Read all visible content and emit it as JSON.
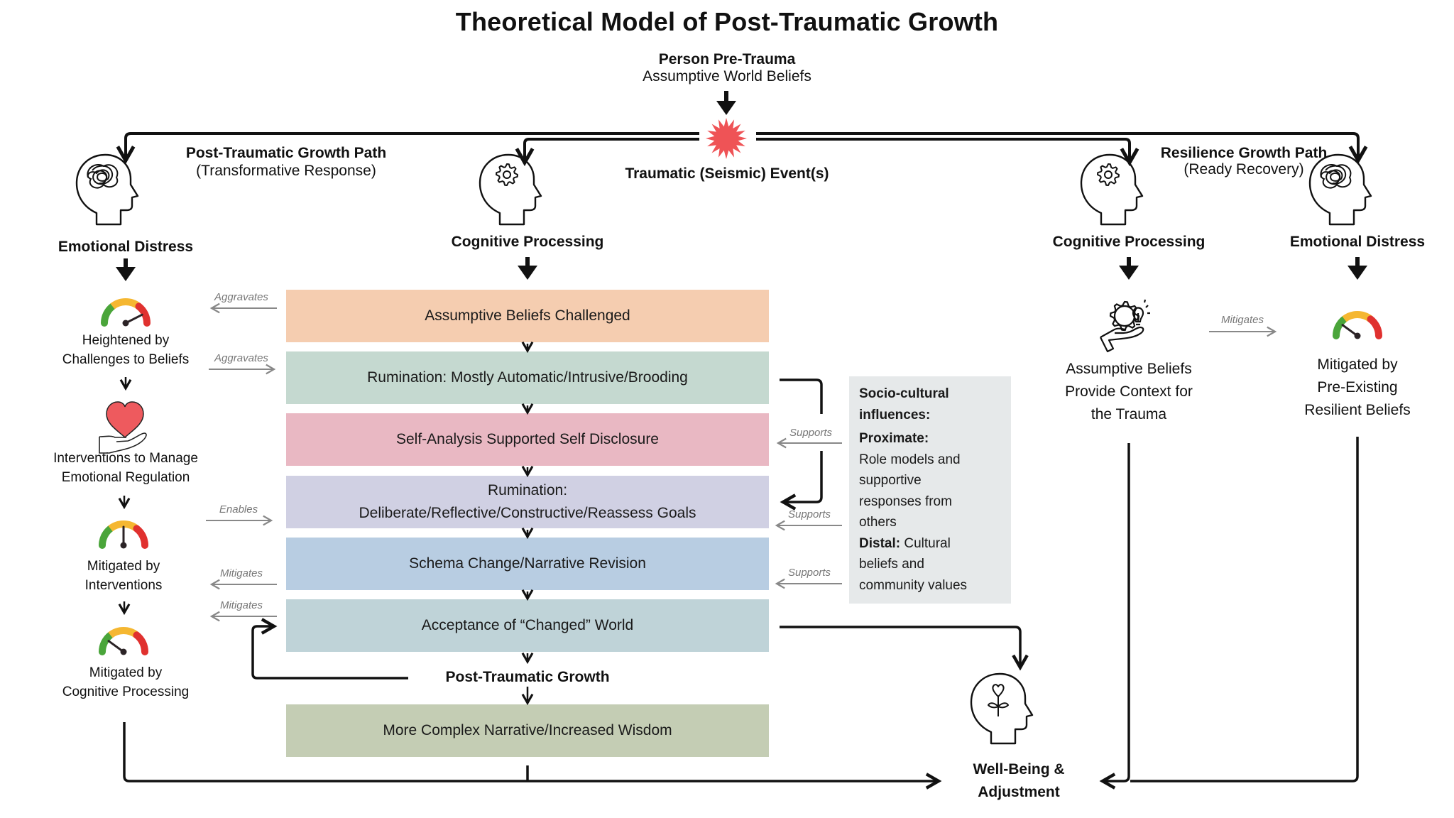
{
  "title": "Theoretical Model of Post-Traumatic Growth",
  "top": {
    "person_heading": "Person Pre-Trauma",
    "person_sub": "Assumptive World Beliefs",
    "event_label": "Traumatic (Seismic) Event(s)",
    "event_icon": "starburst-icon"
  },
  "ptg_path": {
    "title": "Post-Traumatic Growth Path",
    "subtitle": "(Transformative Response)"
  },
  "resilience_path": {
    "title": "Resilience Growth Path",
    "subtitle": "(Ready Recovery)"
  },
  "left_column": {
    "heading": "Emotional Distress",
    "icon": "head-tangled-thoughts-icon",
    "steps": [
      {
        "icon": "gauge-high-icon",
        "label_lines": [
          "Heightened by",
          "Challenges to Beliefs"
        ],
        "gauge_level": 0.85
      },
      {
        "icon": "heart-in-hand-icon",
        "label_lines": [
          "Interventions to Manage",
          "Emotional Regulation"
        ]
      },
      {
        "icon": "gauge-mid-icon",
        "label_lines": [
          "Mitigated by",
          "Interventions"
        ],
        "gauge_level": 0.5
      },
      {
        "icon": "gauge-low-icon",
        "label_lines": [
          "Mitigated by",
          "Cognitive Processing"
        ],
        "gauge_level": 0.2
      }
    ]
  },
  "center_column": {
    "heading": "Cognitive Processing",
    "icon": "head-gear-icon",
    "boxes": [
      {
        "text": "Assumptive Beliefs Challenged",
        "color": "#f5cdb0"
      },
      {
        "text": "Rumination: Mostly Automatic/Intrusive/Brooding",
        "color": "#c5d9d0"
      },
      {
        "text": "Self-Analysis Supported Self Disclosure",
        "color": "#e9b8c3"
      },
      {
        "text_lines": [
          "Rumination:",
          "Deliberate/Reflective/Constructive/Reassess Goals"
        ],
        "color": "#d0d0e3"
      },
      {
        "text": "Schema Change/Narrative Revision",
        "color": "#b8cde2"
      },
      {
        "text": "Acceptance of “Changed” World",
        "color": "#bfd3d8"
      }
    ],
    "growth_label": "Post-Traumatic Growth",
    "final_box": {
      "text": "More Complex Narrative/Increased Wisdom",
      "color": "#c4cdb4"
    }
  },
  "side_arrows": {
    "aggravates_1": "Aggravates",
    "aggravates_2": "Aggravates",
    "enables": "Enables",
    "mitigates_1": "Mitigates",
    "mitigates_2": "Mitigates",
    "supports_1": "Supports",
    "supports_2": "Supports",
    "supports_3": "Supports",
    "resilience_mitigates": "Mitigates"
  },
  "socio_cultural": {
    "heading_lines": [
      "Socio-cultural",
      "influences:"
    ],
    "proximate_label": "Proximate:",
    "proximate_lines": [
      "Role models and",
      "supportive",
      "responses from",
      "others"
    ],
    "distal_label": "Distal:",
    "distal_first": " Cultural",
    "distal_lines": [
      "beliefs and",
      "community values"
    ]
  },
  "right_cognitive": {
    "heading": "Cognitive Processing",
    "icon": "head-gear-icon",
    "sub_icon": "gear-bulb-hand-icon",
    "label_lines": [
      "Assumptive Beliefs",
      "Provide Context for",
      "the Trauma"
    ]
  },
  "right_emotional": {
    "heading": "Emotional Distress",
    "icon": "head-tangled-thoughts-icon",
    "sub_icon": "gauge-low-icon",
    "gauge_level": 0.2,
    "label_lines": [
      "Mitigated by",
      "Pre-Existing",
      "Resilient Beliefs"
    ]
  },
  "outcome": {
    "icon": "head-flower-icon",
    "label_lines": [
      "Well-Being &",
      "Adjustment"
    ]
  },
  "colors": {
    "trauma_red": "#ef5356",
    "gauge_green": "#4aa53a",
    "gauge_yellow": "#f5b731",
    "gauge_red": "#e0312f",
    "heart_red": "#ee5a5e",
    "socio_bg": "#e6e9ea",
    "annotation_gray": "#777777"
  }
}
